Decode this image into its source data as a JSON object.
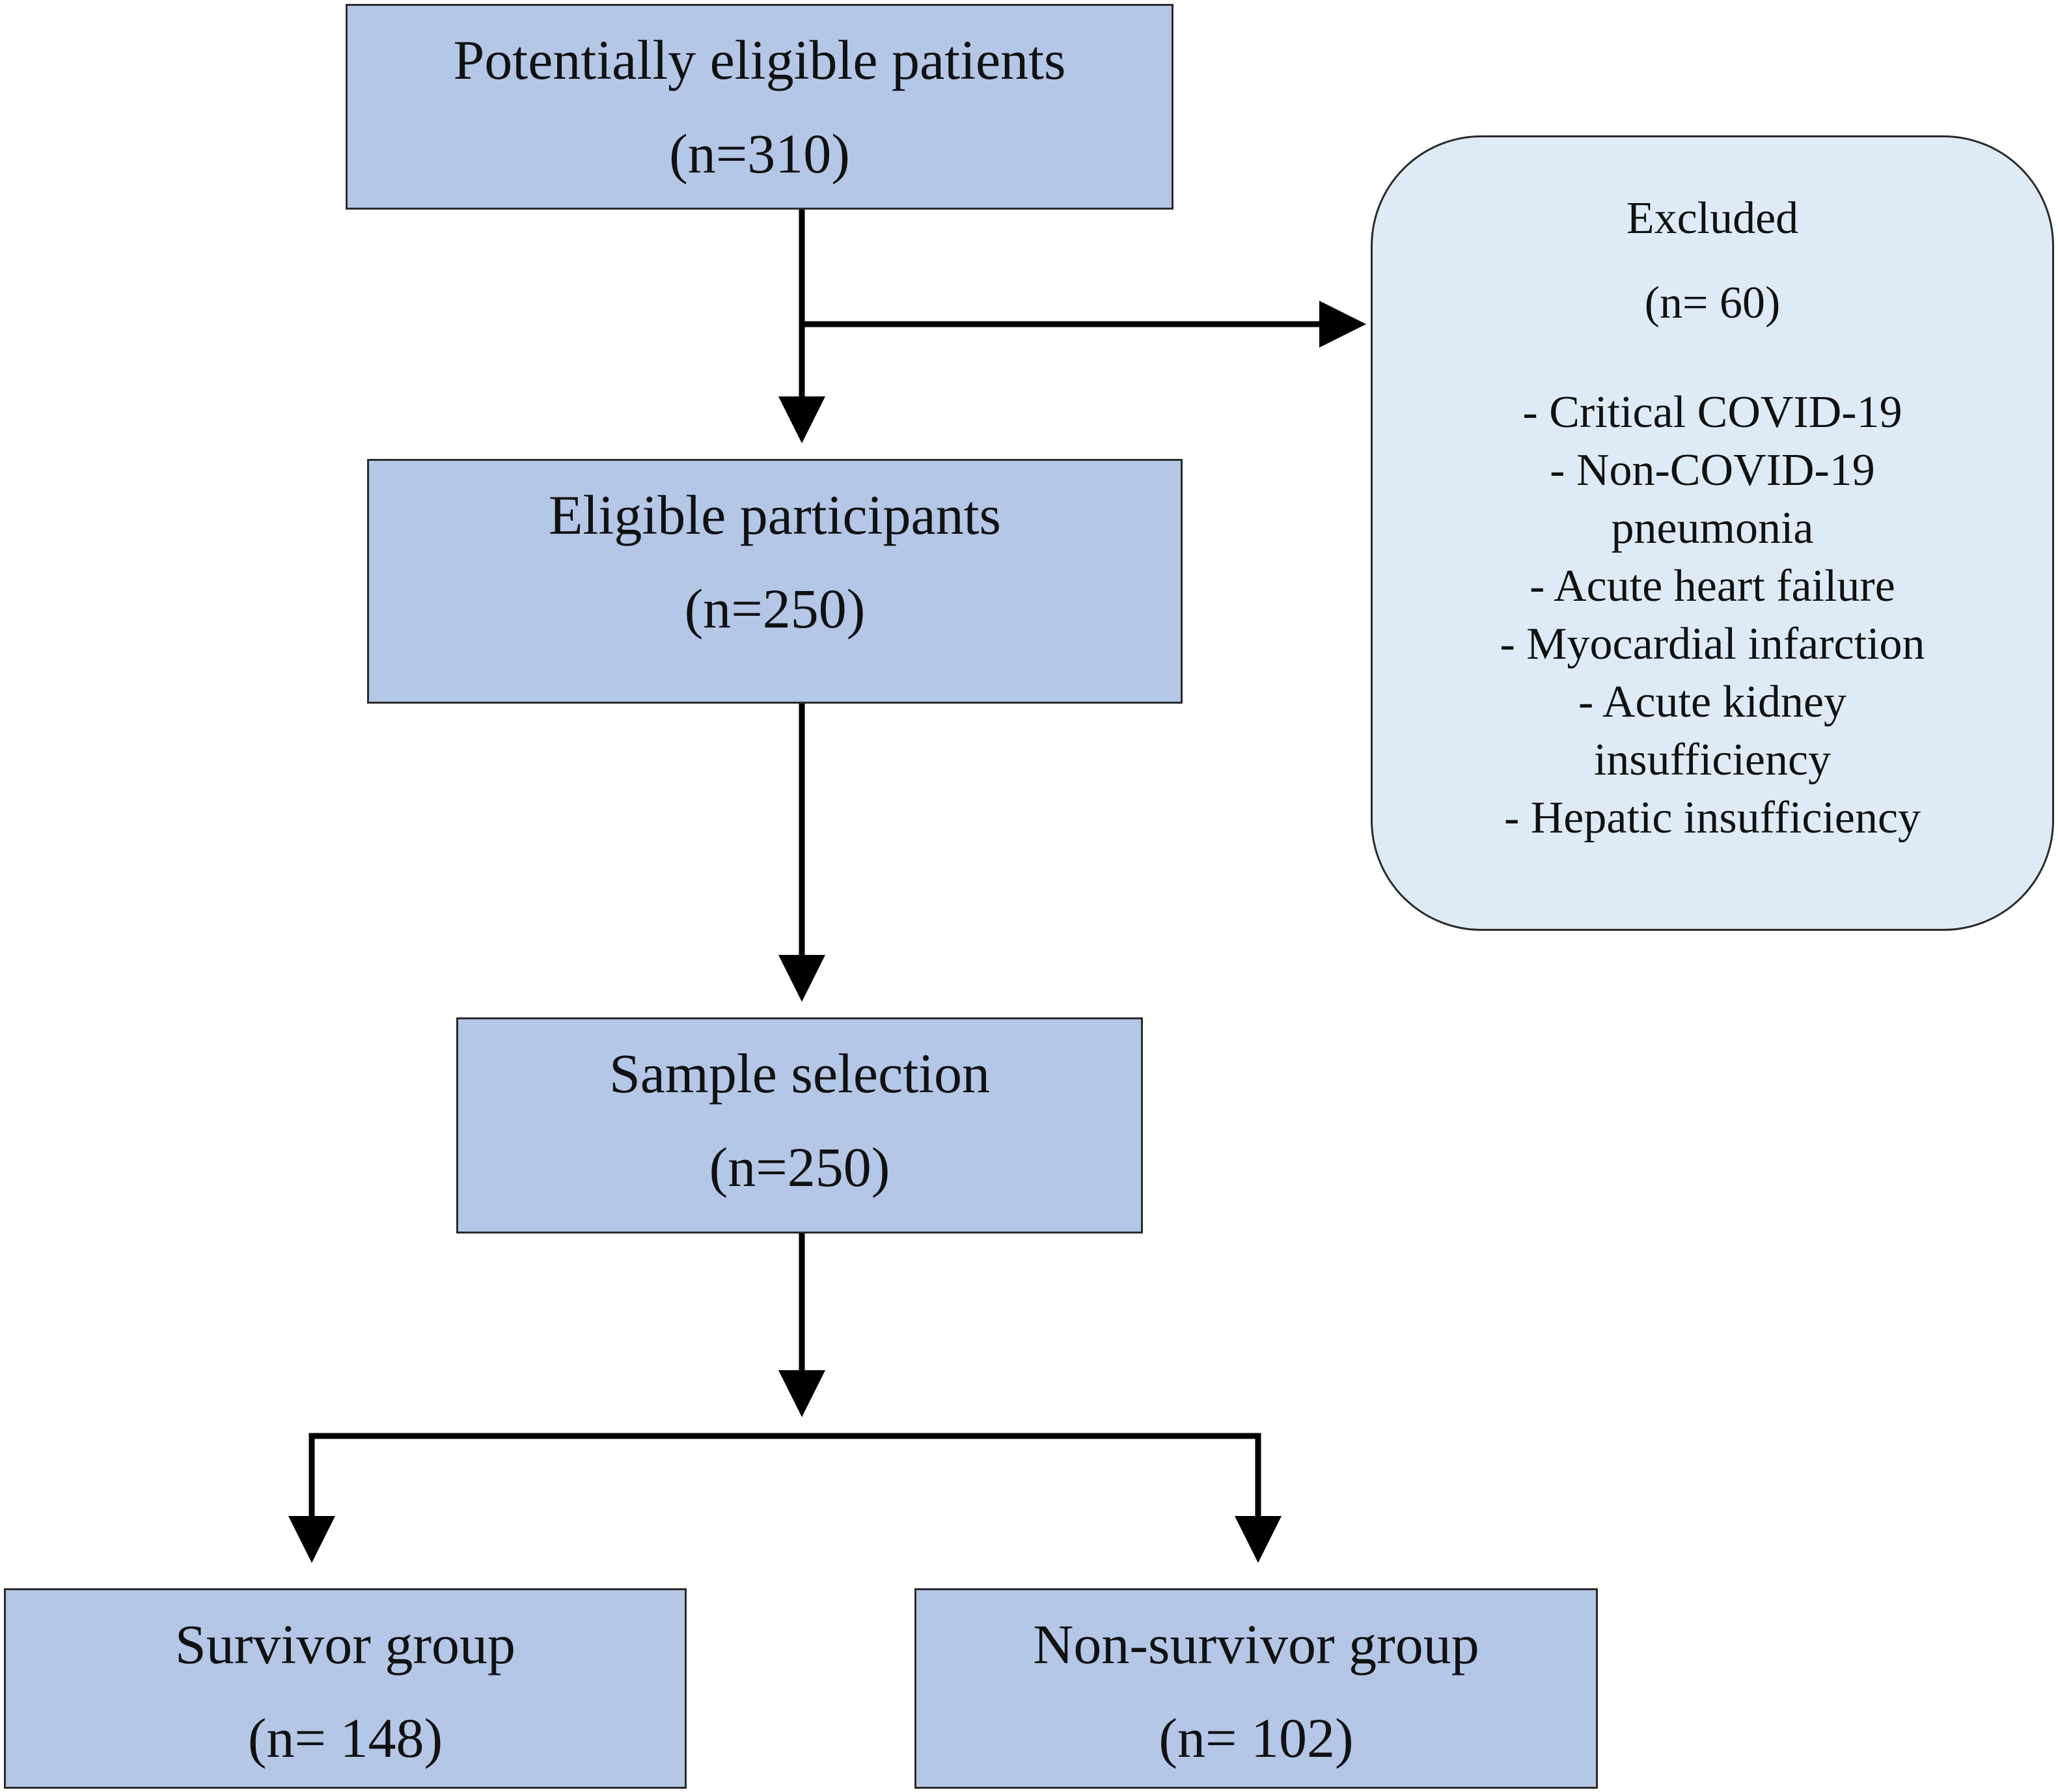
{
  "boxes": {
    "potentially_eligible": {
      "title": "Potentially eligible patients",
      "count": "(n=310)"
    },
    "eligible": {
      "title": "Eligible participants",
      "count": "(n=250)"
    },
    "sample": {
      "title": "Sample selection",
      "count": "(n=250)"
    },
    "survivor": {
      "title": "Survivor group",
      "count": "(n= 148)"
    },
    "non_survivor": {
      "title": "Non-survivor group",
      "count": "(n= 102)"
    }
  },
  "excluded": {
    "title": "Excluded",
    "count": "(n= 60)",
    "items": [
      "- Critical COVID-19",
      "- Non-COVID-19 pneumonia",
      "- Acute heart failure",
      "- Myocardial infarction",
      "- Acute kidney insufficiency",
      "- Hepatic insufficiency"
    ]
  },
  "colors": {
    "box_fill": "#b4c7e7",
    "excluded_fill": "#deebf7",
    "line": "#000000"
  }
}
